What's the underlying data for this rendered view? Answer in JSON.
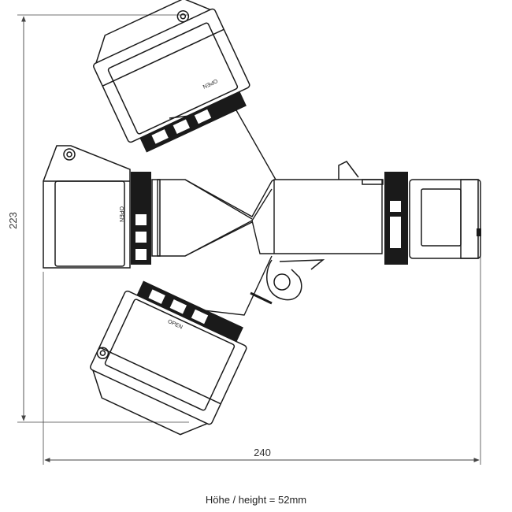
{
  "dimensions": {
    "height_value": "223",
    "width_value": "240"
  },
  "socket_labels": {
    "upper": "OPEN",
    "left": "OPEN",
    "lower": "OPEN"
  },
  "caption": {
    "text": "Höhe / height = 52mm"
  },
  "colors": {
    "line": "#1a1a1a",
    "dimension_line": "#444444",
    "background": "#ffffff"
  }
}
